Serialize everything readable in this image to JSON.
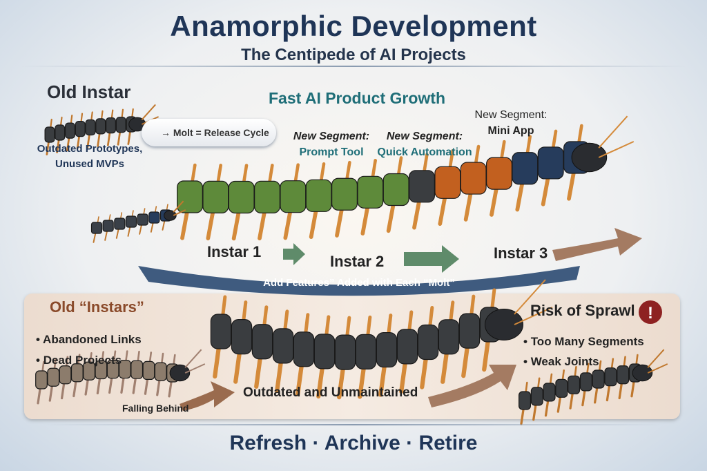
{
  "header": {
    "title": "Anamorphic Development",
    "subtitle": "The Centipede of AI Projects"
  },
  "old_instar": {
    "heading": "Old Instar",
    "pill": "→ Molt = Release Cycle",
    "caption_1": "Outdated Prototypes,",
    "caption_2": "Unused MVPs"
  },
  "growth": {
    "heading": "Fast AI Product Growth",
    "segments": [
      {
        "label": "New Segment:",
        "name": "Prompt Tool"
      },
      {
        "label": "New Segment:",
        "name": "Quick Automation"
      },
      {
        "label": "New Segment:",
        "name": "Mini App"
      }
    ]
  },
  "stages": [
    "Instar 1",
    "Instar 2",
    "Instar 3"
  ],
  "ribbon": "Add Features” Added with Each “Molt”",
  "panel": {
    "left_heading": "Old “Instars”",
    "left_items": [
      "Abandoned Links",
      "Dead Projects"
    ],
    "falling": "Falling Behind",
    "center": "Outdated and Unmaintained",
    "right_heading": "Risk of Sprawl",
    "alert": "!",
    "right_items": [
      "Too Many Segments",
      "Weak Joints"
    ]
  },
  "footer": "Refresh · Archive · Retire",
  "colors": {
    "navy": "#1f3557",
    "teal": "#1f6e78",
    "green": "#5e8a3a",
    "orange": "#c2601f",
    "blue": "#263c5c",
    "dark": "#3a3d40",
    "alert": "#8e2222"
  }
}
